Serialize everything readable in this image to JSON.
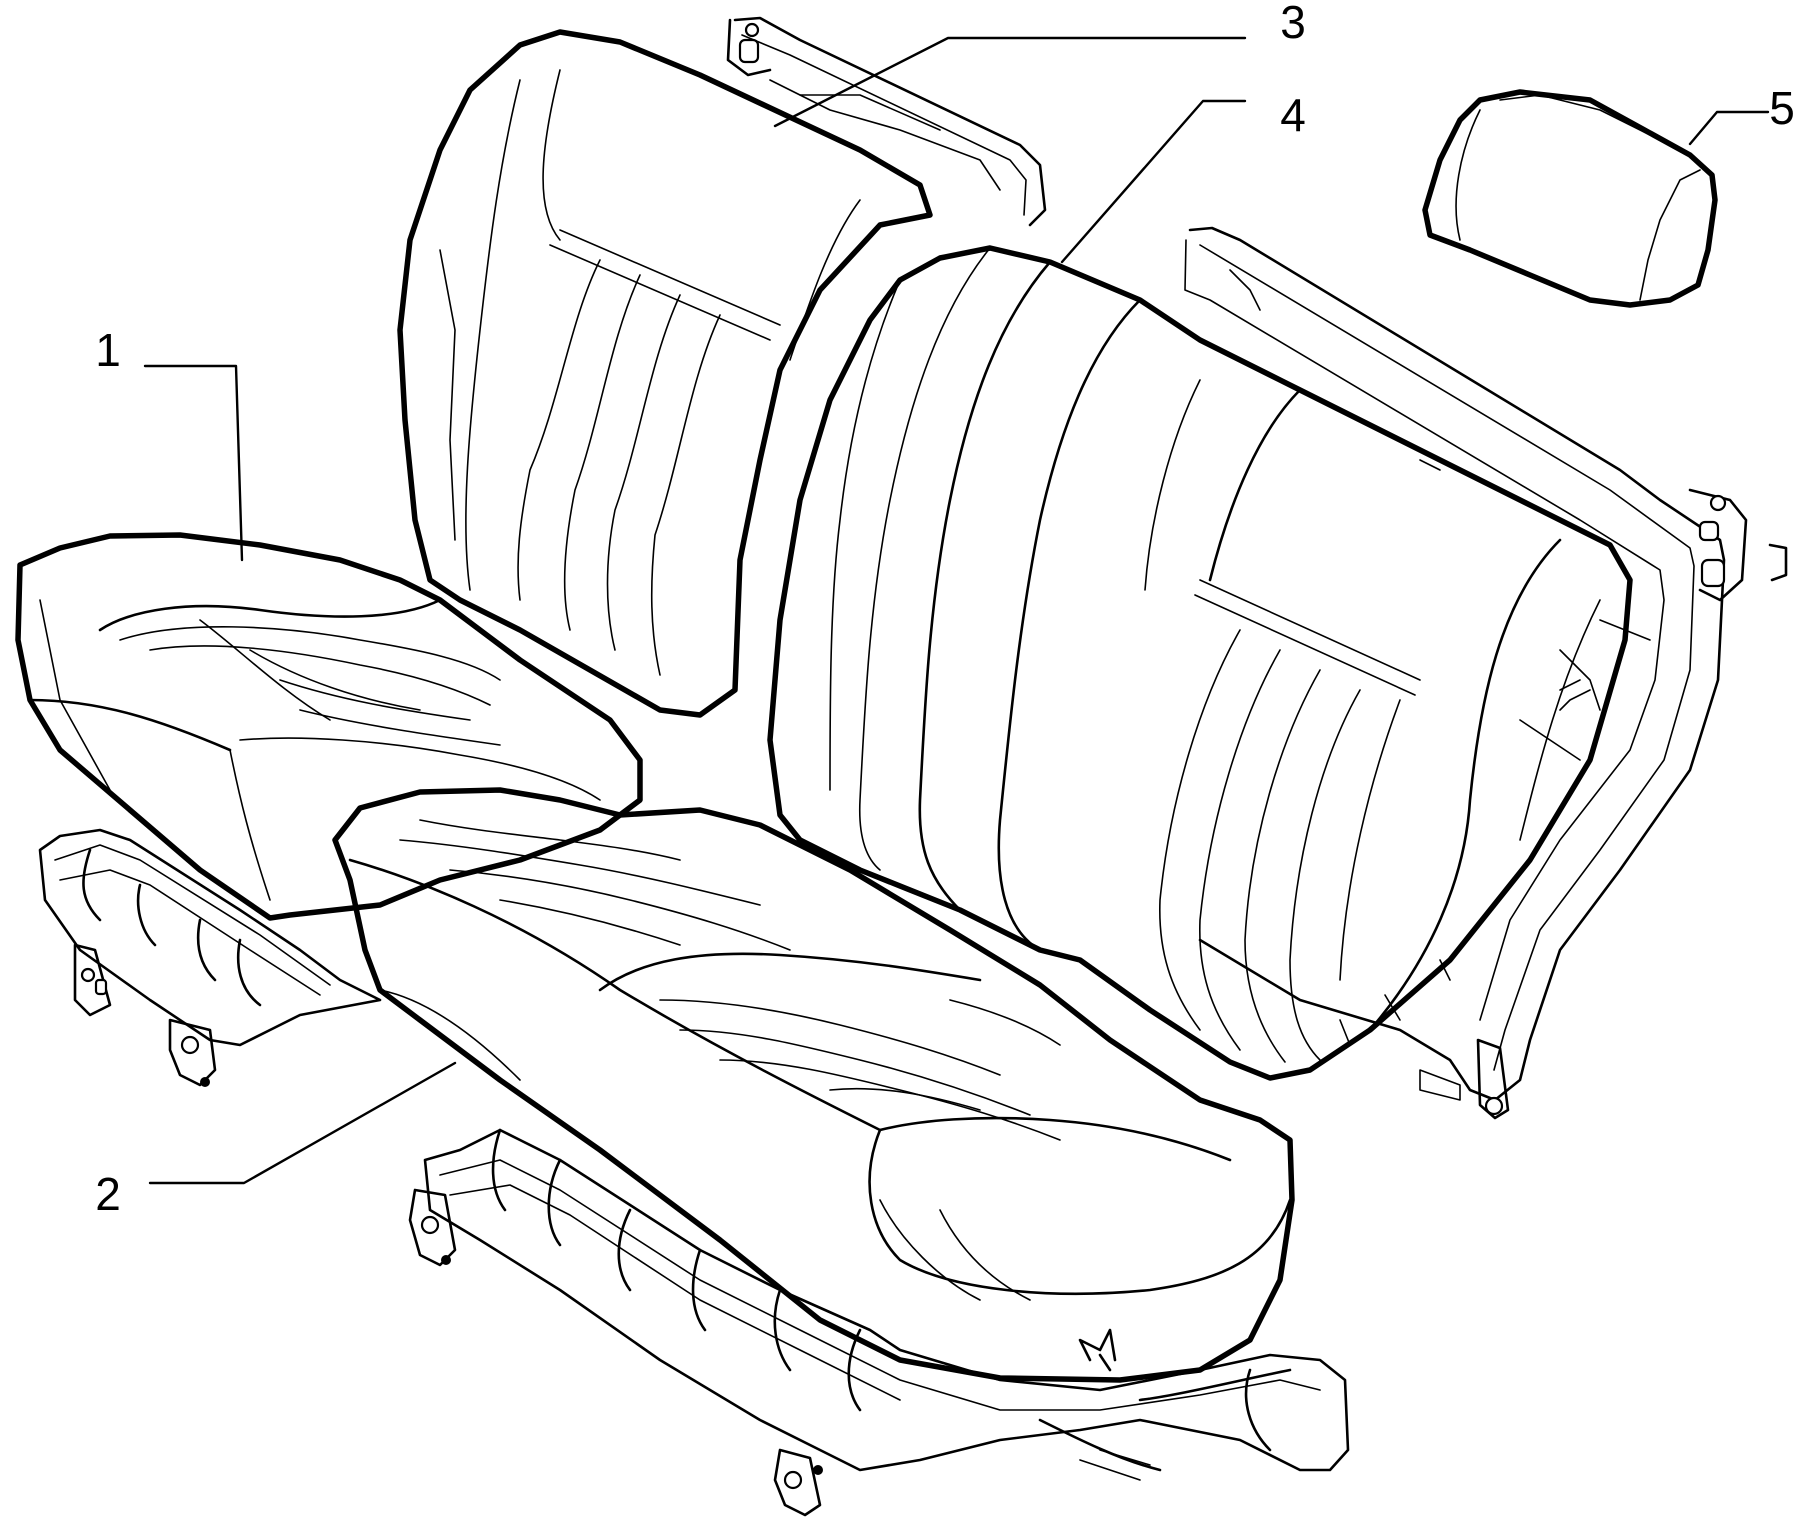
{
  "callouts": [
    {
      "id": "1",
      "label": "1"
    },
    {
      "id": "2",
      "label": "2"
    },
    {
      "id": "3",
      "label": "3"
    },
    {
      "id": "4",
      "label": "4"
    },
    {
      "id": "5",
      "label": "5"
    }
  ],
  "colors": {
    "ink": "#000000",
    "background": "#ffffff"
  }
}
